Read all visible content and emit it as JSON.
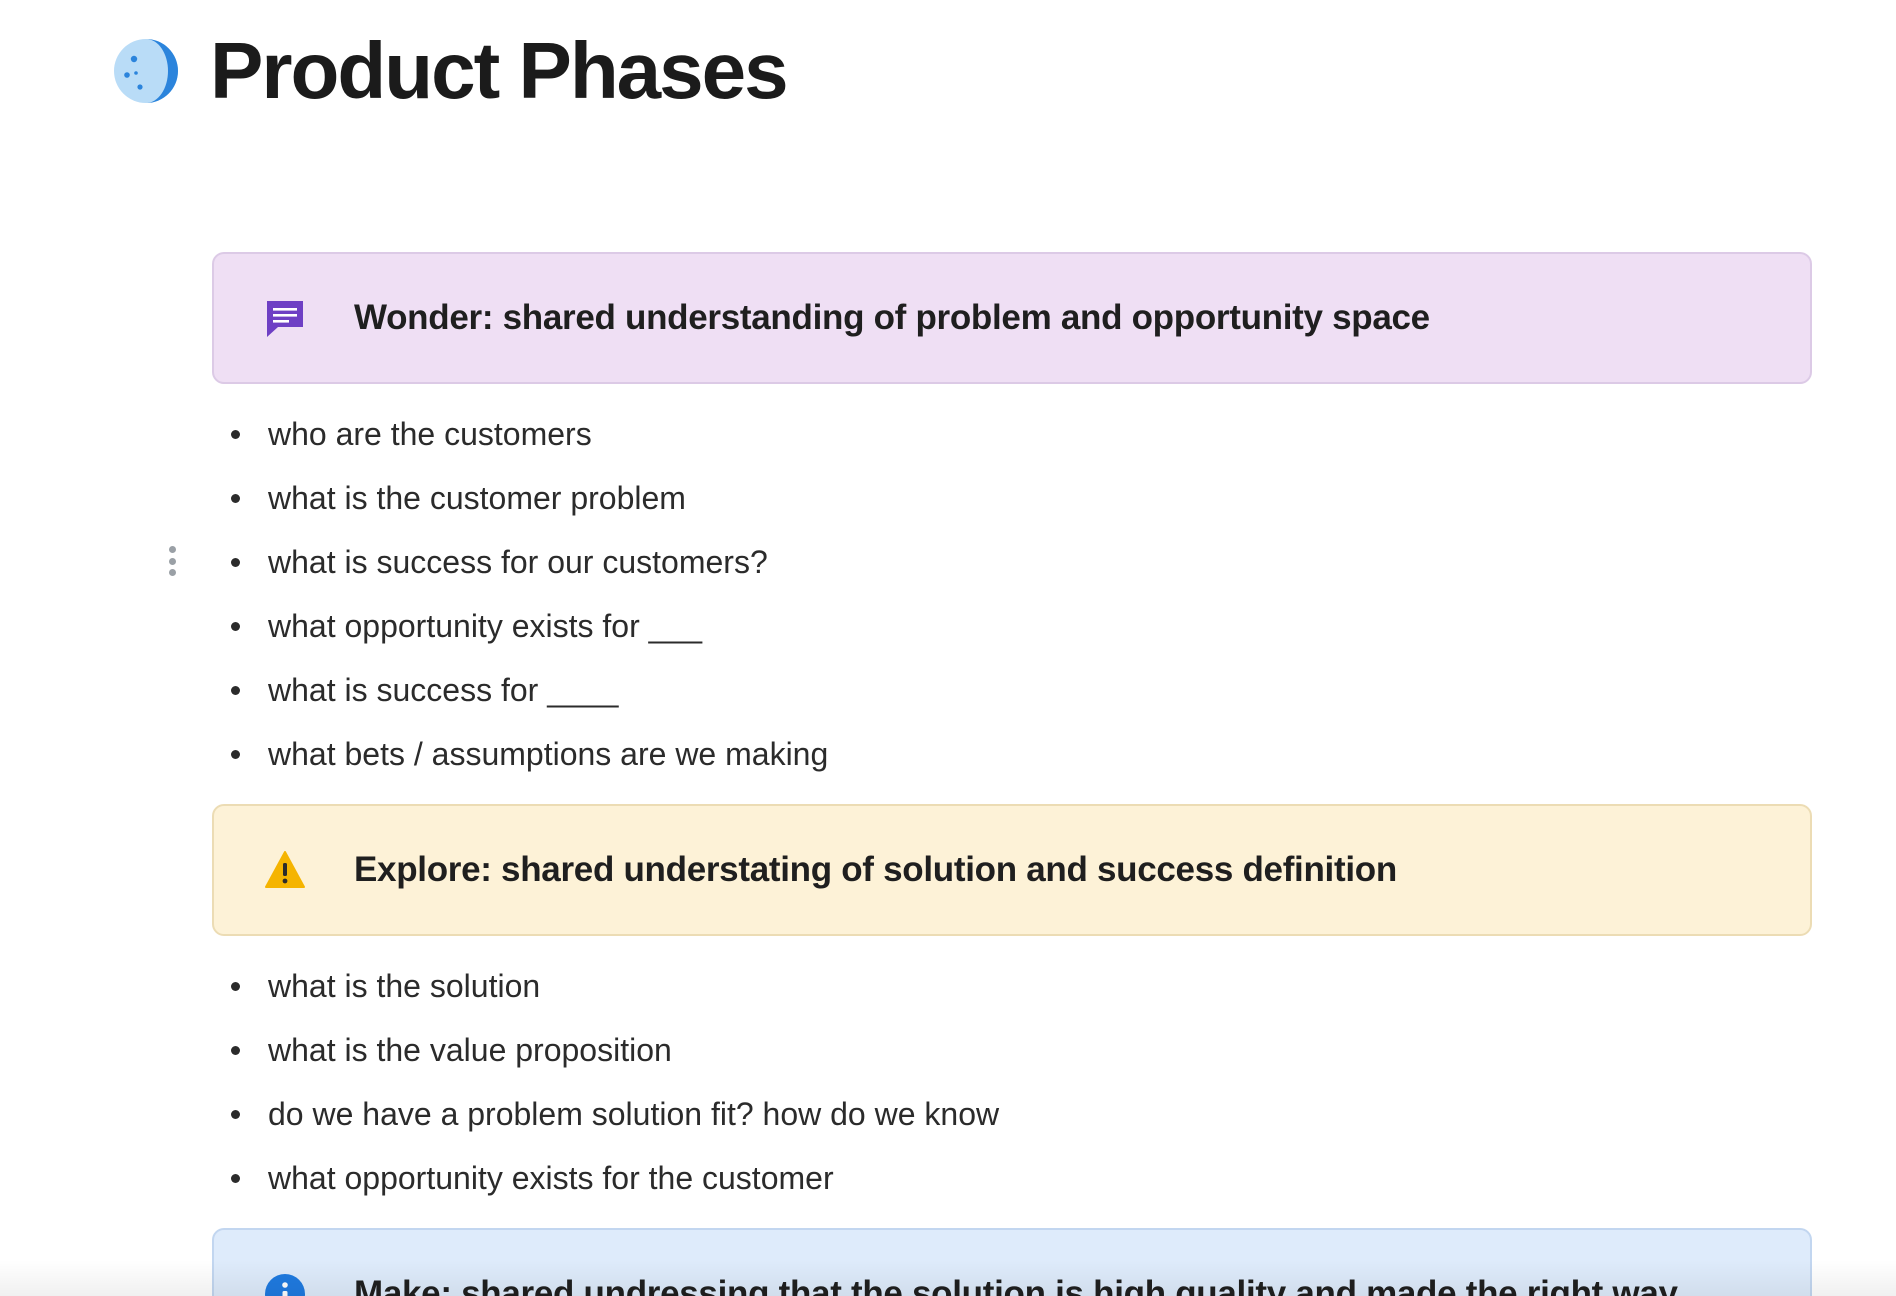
{
  "page": {
    "title": "Product Phases",
    "emoji": "moon-icon"
  },
  "panels": [
    {
      "type": "note",
      "icon": "note-icon",
      "color": "#6e3fc4",
      "heading": "Wonder: shared understanding of problem and opportunity space",
      "items": [
        "who are the customers",
        "what is the customer problem",
        "what is success for our customers?",
        "what opportunity exists for ___",
        "what is success for ____",
        "what bets / assumptions are we making"
      ]
    },
    {
      "type": "warning",
      "icon": "warning-icon",
      "color": "#f5b400",
      "heading": "Explore: shared understating of solution and success definition",
      "items": [
        "what is the solution",
        "what is the value proposition",
        "do we have a problem solution fit? how do we know",
        "what opportunity exists for the customer"
      ]
    },
    {
      "type": "info",
      "icon": "info-icon",
      "color": "#1f7ae0",
      "heading": "Make: shared undressing that the solution is high quality and made the right way",
      "items": []
    }
  ]
}
